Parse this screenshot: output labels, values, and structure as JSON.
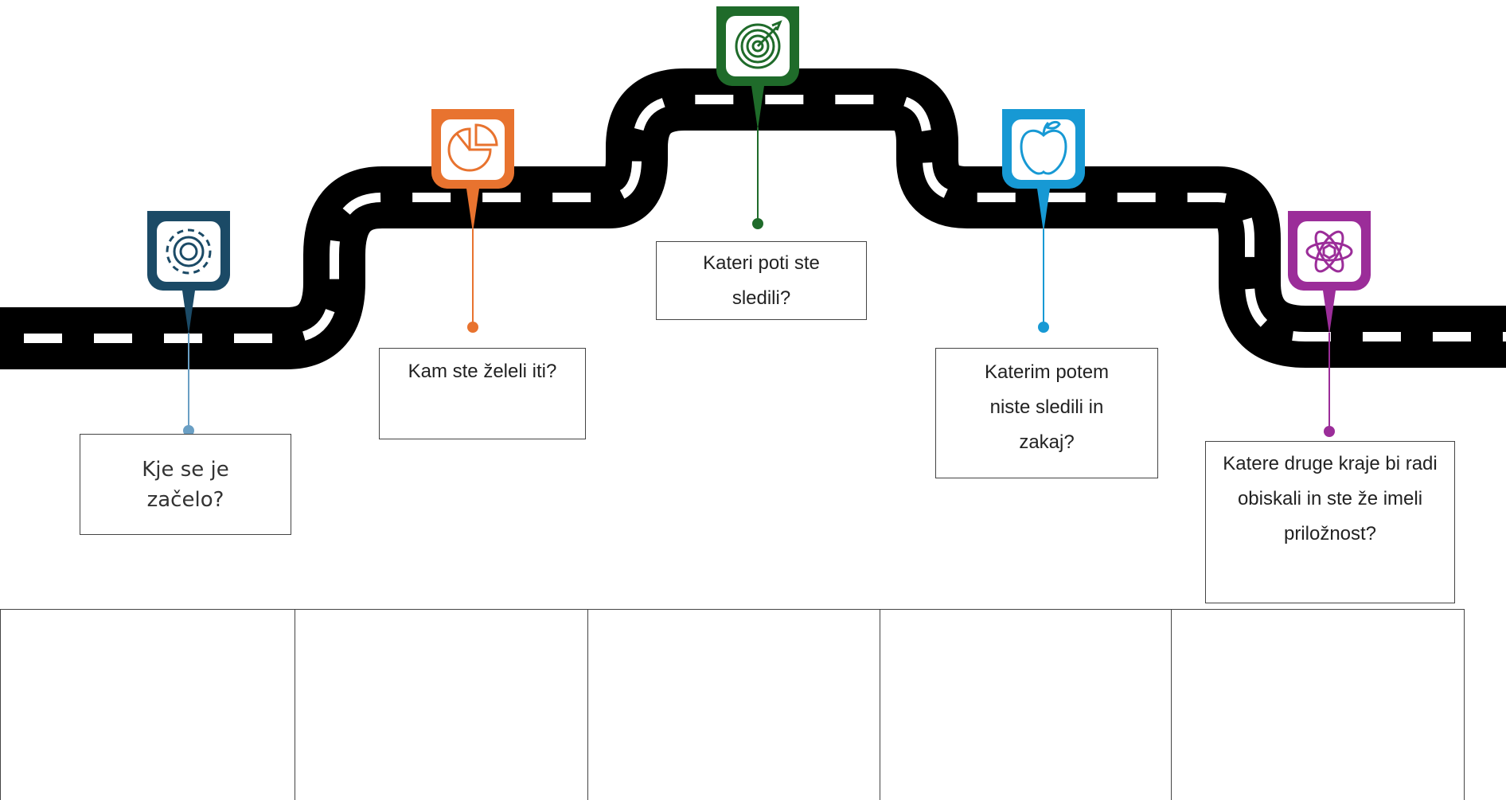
{
  "milestones": [
    {
      "id": "gear",
      "icon": "gear-icon",
      "color": "#1b4a66",
      "label": "Kje se je začelo?"
    },
    {
      "id": "pie",
      "icon": "pie-chart-icon",
      "color": "#e8732f",
      "label": "Kam ste želeli iti?"
    },
    {
      "id": "target",
      "icon": "target-icon",
      "color": "#1f6b2a",
      "label": "Kateri poti ste sledili?"
    },
    {
      "id": "apple",
      "icon": "apple-icon",
      "color": "#1799d4",
      "label": "Katerim potem niste sledili in zakaj?"
    },
    {
      "id": "atom",
      "icon": "atom-icon",
      "color": "#9b2d99",
      "label": "Katere druge kraje bi radi obiskali in ste že imeli priložnost?"
    }
  ],
  "grid": {
    "columns": 5
  },
  "colors": {
    "road": "#000000",
    "dash": "#ffffff",
    "border": "#444444"
  }
}
